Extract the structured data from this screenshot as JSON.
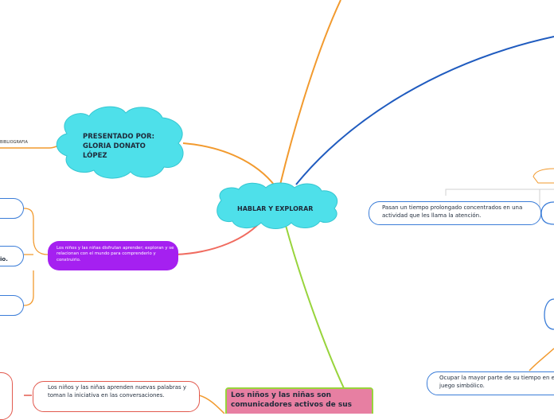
{
  "central_topic": {
    "label": "HABLAR Y EXPLORAR",
    "color": "#4ee0ea"
  },
  "presenter_node": {
    "label": "PRESENTADO POR: GLORIA DONATO LÓPEZ",
    "color": "#4ee0ea"
  },
  "bibliography_label": "BIBLIOGRAFIA",
  "explore_node": {
    "label": "Los niños y las niñas disfrutan aprender; exploran y se relacionan con el mundo para comprenderlo y construirlo.",
    "color": "#a520f0"
  },
  "left_fragment_label": "io.",
  "attention_node": {
    "label": "Pasan un tiempo prolongado concentrados en una actividad que les llama la atención."
  },
  "symbolic_play_node": {
    "label": "Ocupar la mayor parte de su tiempo en el juego simbólico."
  },
  "conversation_node": {
    "label": "Los niños y las niñas aprenden nuevas palabras y toman la iniciativa en las conversaciones."
  },
  "communicators_node": {
    "label": "Los niños y las niñas son comunicadores activos de sus",
    "color": "#e77fa2"
  },
  "branch_colors": {
    "orange": "#f29a2e",
    "blue": "#1f5bbf",
    "salmon": "#f06b5f",
    "green": "#98d43c",
    "outline_red": "#e25a4f",
    "outline_blue": "#3b7dd8"
  }
}
